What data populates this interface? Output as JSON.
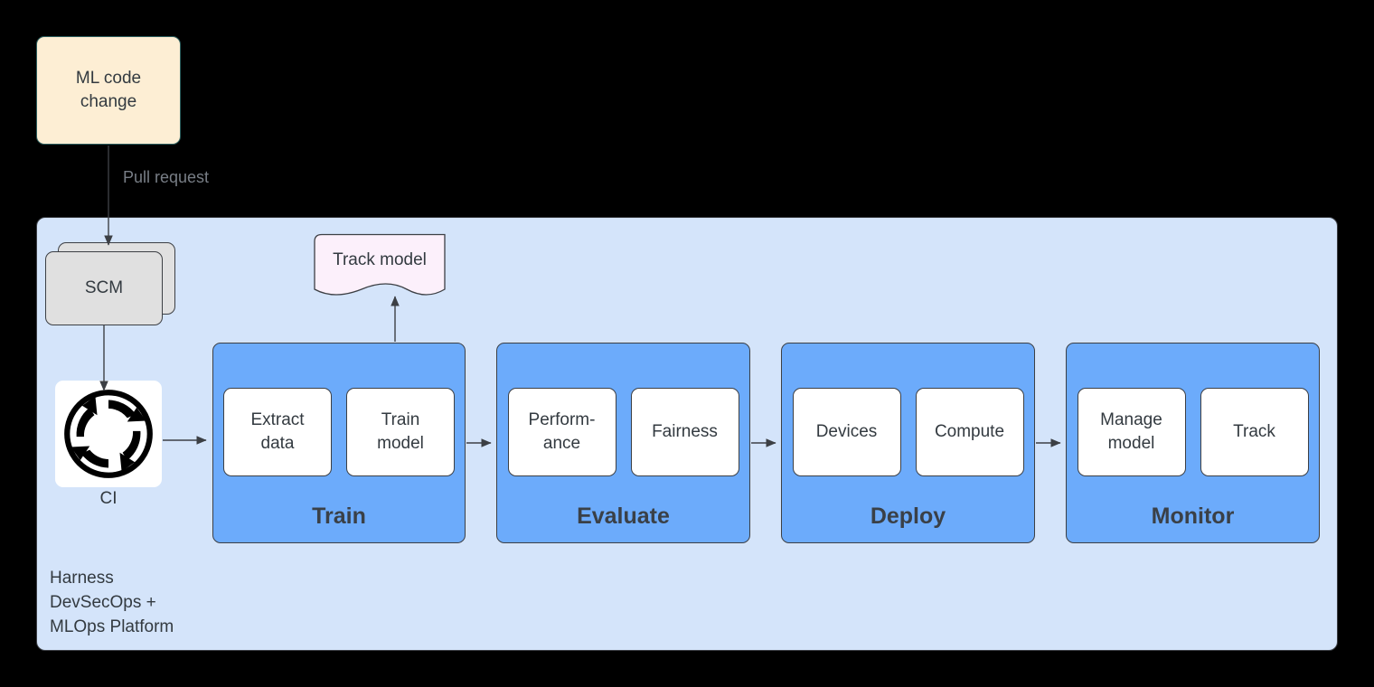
{
  "diagram": {
    "background_color": "#000000",
    "title_nodes": {
      "ml_code_change": {
        "label": "ML code\nchange",
        "fill": "#fdeed4",
        "stroke": "#2b5d5d"
      },
      "scm": {
        "label": "SCM",
        "fill": "#e0e0e0",
        "shape": "stacked-cards"
      },
      "ci": {
        "label": "CI",
        "icon": "continuous-integration-cycle-icon",
        "tile_fill": "#ffffff"
      },
      "track_model": {
        "label": "Track model",
        "fill": "#fcf0fb",
        "shape": "document"
      }
    },
    "edges": [
      {
        "label": "Pull request",
        "from": "ml_code_change",
        "to": "scm",
        "color": "#787e86"
      },
      {
        "label": "",
        "from": "scm",
        "to": "ci"
      },
      {
        "label": "",
        "from": "ci",
        "to": "train"
      },
      {
        "label": "",
        "from": "train",
        "to": "track_model"
      },
      {
        "label": "",
        "from": "train",
        "to": "evaluate"
      },
      {
        "label": "",
        "from": "evaluate",
        "to": "deploy"
      },
      {
        "label": "",
        "from": "deploy",
        "to": "monitor"
      }
    ],
    "platform": {
      "caption": "Harness\nDevSecOps +\nMLOps Platform",
      "fill": "#d4e4fa",
      "stroke": "#3c3f44"
    },
    "stages": [
      {
        "title": "Train",
        "fill": "#6cabfb",
        "cards": [
          "Extract\ndata",
          "Train\nmodel"
        ]
      },
      {
        "title": "Evaluate",
        "fill": "#6cabfb",
        "cards": [
          "Perform-\nance",
          "Fairness"
        ]
      },
      {
        "title": "Deploy",
        "fill": "#6cabfb",
        "cards": [
          "Devices",
          "Compute"
        ]
      },
      {
        "title": "Monitor",
        "fill": "#6cabfb",
        "cards": [
          "Manage\nmodel",
          "Track"
        ]
      }
    ]
  }
}
